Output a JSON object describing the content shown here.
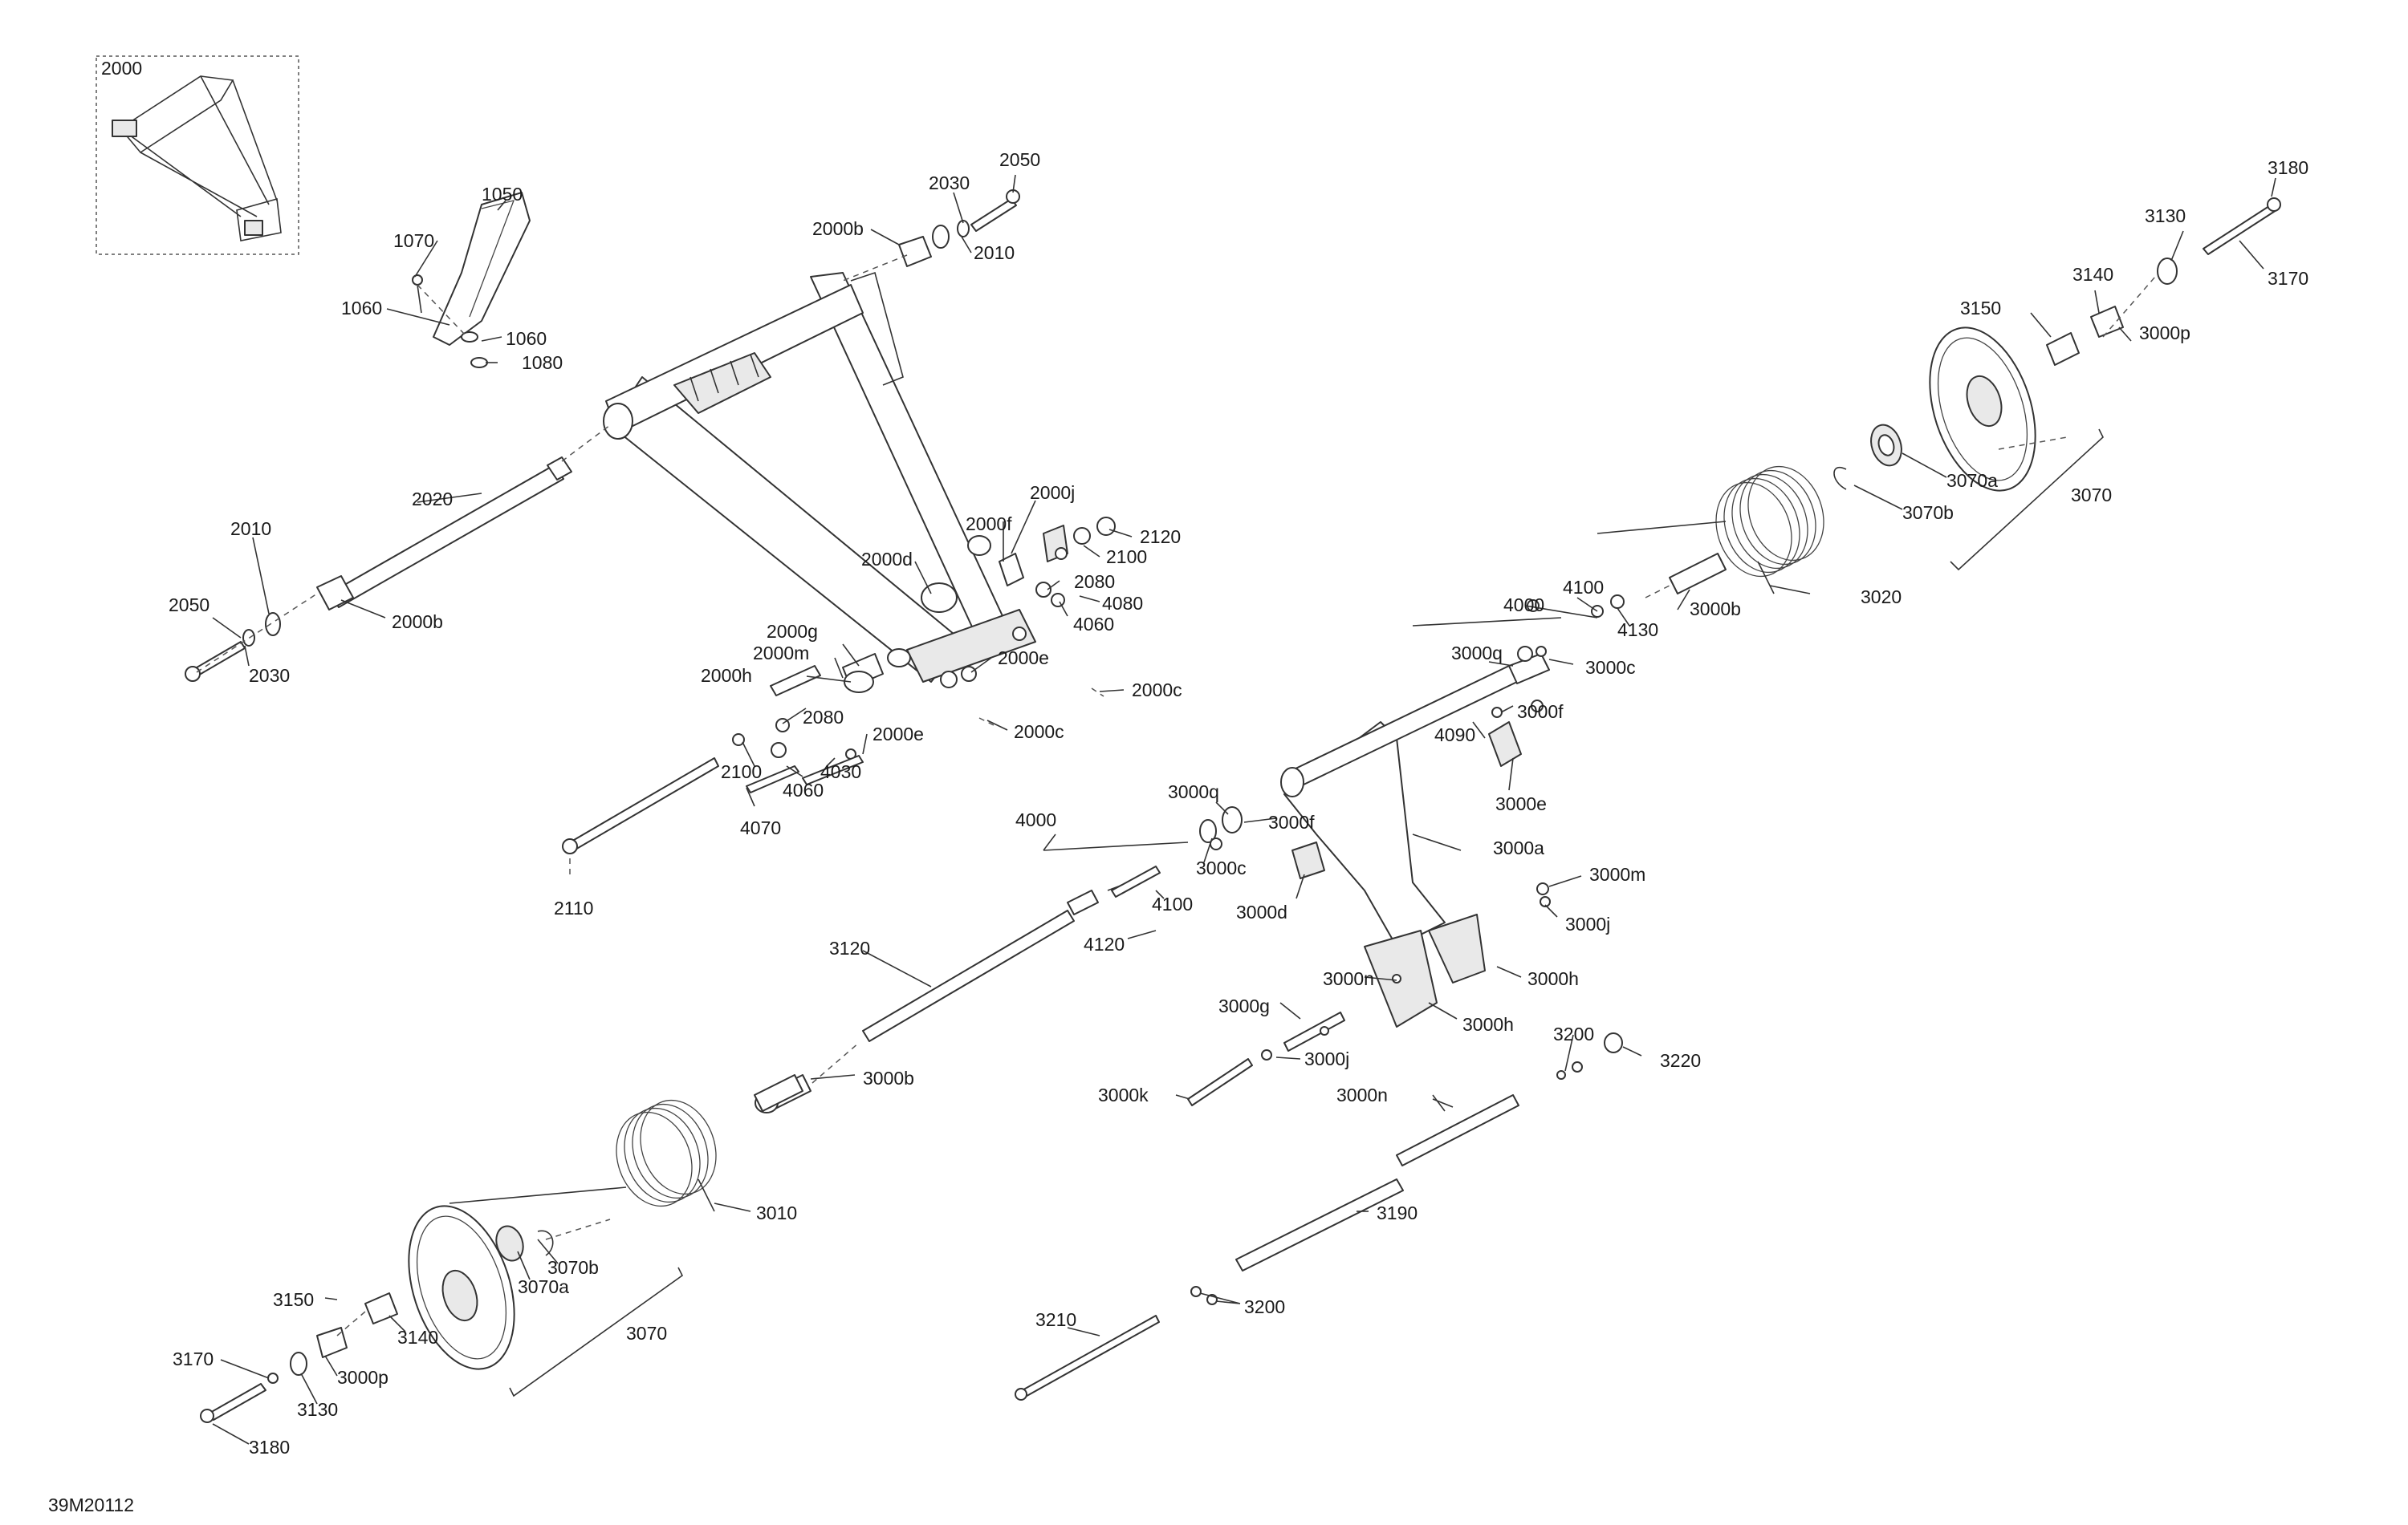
{
  "inset": {
    "label": "2000"
  },
  "footer": {
    "ref": "39M20112"
  },
  "callouts": [
    {
      "id": "1050",
      "text": "1050"
    },
    {
      "id": "1070",
      "text": "1070"
    },
    {
      "id": "1060a",
      "text": "1060"
    },
    {
      "id": "1060b",
      "text": "1060"
    },
    {
      "id": "1080",
      "text": "1080"
    },
    {
      "id": "2030a",
      "text": "2030"
    },
    {
      "id": "2050a",
      "text": "2050"
    },
    {
      "id": "2000b_a",
      "text": "2000b"
    },
    {
      "id": "2010a",
      "text": "2010"
    },
    {
      "id": "2020",
      "text": "2020"
    },
    {
      "id": "2010b",
      "text": "2010"
    },
    {
      "id": "2050b",
      "text": "2050"
    },
    {
      "id": "2000b_b",
      "text": "2000b"
    },
    {
      "id": "2030b",
      "text": "2030"
    },
    {
      "id": "2000j",
      "text": "2000j"
    },
    {
      "id": "2000f",
      "text": "2000f"
    },
    {
      "id": "2120",
      "text": "2120"
    },
    {
      "id": "2100a",
      "text": "2100"
    },
    {
      "id": "2000d",
      "text": "2000d"
    },
    {
      "id": "2080a",
      "text": "2080"
    },
    {
      "id": "4080",
      "text": "4080"
    },
    {
      "id": "4060a",
      "text": "4060"
    },
    {
      "id": "2000g",
      "text": "2000g"
    },
    {
      "id": "2000m",
      "text": "2000m"
    },
    {
      "id": "2000e_a",
      "text": "2000e"
    },
    {
      "id": "2000h",
      "text": "2000h"
    },
    {
      "id": "2000c_a",
      "text": "2000c"
    },
    {
      "id": "2080b",
      "text": "2080"
    },
    {
      "id": "2000e_b",
      "text": "2000e"
    },
    {
      "id": "2000c_b",
      "text": "2000c"
    },
    {
      "id": "2100b",
      "text": "2100"
    },
    {
      "id": "4030",
      "text": "4030"
    },
    {
      "id": "4060b",
      "text": "4060"
    },
    {
      "id": "4070",
      "text": "4070"
    },
    {
      "id": "2110",
      "text": "2110"
    },
    {
      "id": "3180a",
      "text": "3180"
    },
    {
      "id": "3130a",
      "text": "3130"
    },
    {
      "id": "3170a",
      "text": "3170"
    },
    {
      "id": "3140a",
      "text": "3140"
    },
    {
      "id": "3150a",
      "text": "3150"
    },
    {
      "id": "3000p_a",
      "text": "3000p"
    },
    {
      "id": "3070a_a",
      "text": "3070a"
    },
    {
      "id": "3070b_a",
      "text": "3070b"
    },
    {
      "id": "3070_a",
      "text": "3070"
    },
    {
      "id": "3020",
      "text": "3020"
    },
    {
      "id": "4000a",
      "text": "4000"
    },
    {
      "id": "4100a",
      "text": "4100"
    },
    {
      "id": "4130",
      "text": "4130"
    },
    {
      "id": "3000b_a",
      "text": "3000b"
    },
    {
      "id": "3000q_a",
      "text": "3000q"
    },
    {
      "id": "3000c_a",
      "text": "3000c"
    },
    {
      "id": "3000f_a",
      "text": "3000f"
    },
    {
      "id": "4090",
      "text": "4090"
    },
    {
      "id": "3000e",
      "text": "3000e"
    },
    {
      "id": "4000b",
      "text": "4000"
    },
    {
      "id": "3000q_b",
      "text": "3000q"
    },
    {
      "id": "3000f_b",
      "text": "3000f"
    },
    {
      "id": "3000c_b",
      "text": "3000c"
    },
    {
      "id": "3000a",
      "text": "3000a"
    },
    {
      "id": "3000m",
      "text": "3000m"
    },
    {
      "id": "3000d",
      "text": "3000d"
    },
    {
      "id": "4100b",
      "text": "4100"
    },
    {
      "id": "3000j_a",
      "text": "3000j"
    },
    {
      "id": "4120",
      "text": "4120"
    },
    {
      "id": "3120",
      "text": "3120"
    },
    {
      "id": "3000n_a",
      "text": "3000n"
    },
    {
      "id": "3000h_a",
      "text": "3000h"
    },
    {
      "id": "3000g",
      "text": "3000g"
    },
    {
      "id": "3000h_b",
      "text": "3000h"
    },
    {
      "id": "3200a",
      "text": "3200"
    },
    {
      "id": "3220",
      "text": "3220"
    },
    {
      "id": "3000j_b",
      "text": "3000j"
    },
    {
      "id": "3000b_b",
      "text": "3000b"
    },
    {
      "id": "3000k",
      "text": "3000k"
    },
    {
      "id": "3000n_b",
      "text": "3000n"
    },
    {
      "id": "3010",
      "text": "3010"
    },
    {
      "id": "3190",
      "text": "3190"
    },
    {
      "id": "3070b_b",
      "text": "3070b"
    },
    {
      "id": "3070a_b",
      "text": "3070a"
    },
    {
      "id": "3150b",
      "text": "3150"
    },
    {
      "id": "3140b",
      "text": "3140"
    },
    {
      "id": "3200b",
      "text": "3200"
    },
    {
      "id": "3210",
      "text": "3210"
    },
    {
      "id": "3070_b",
      "text": "3070"
    },
    {
      "id": "3170b",
      "text": "3170"
    },
    {
      "id": "3000p_b",
      "text": "3000p"
    },
    {
      "id": "3130b",
      "text": "3130"
    },
    {
      "id": "3180b",
      "text": "3180"
    }
  ]
}
